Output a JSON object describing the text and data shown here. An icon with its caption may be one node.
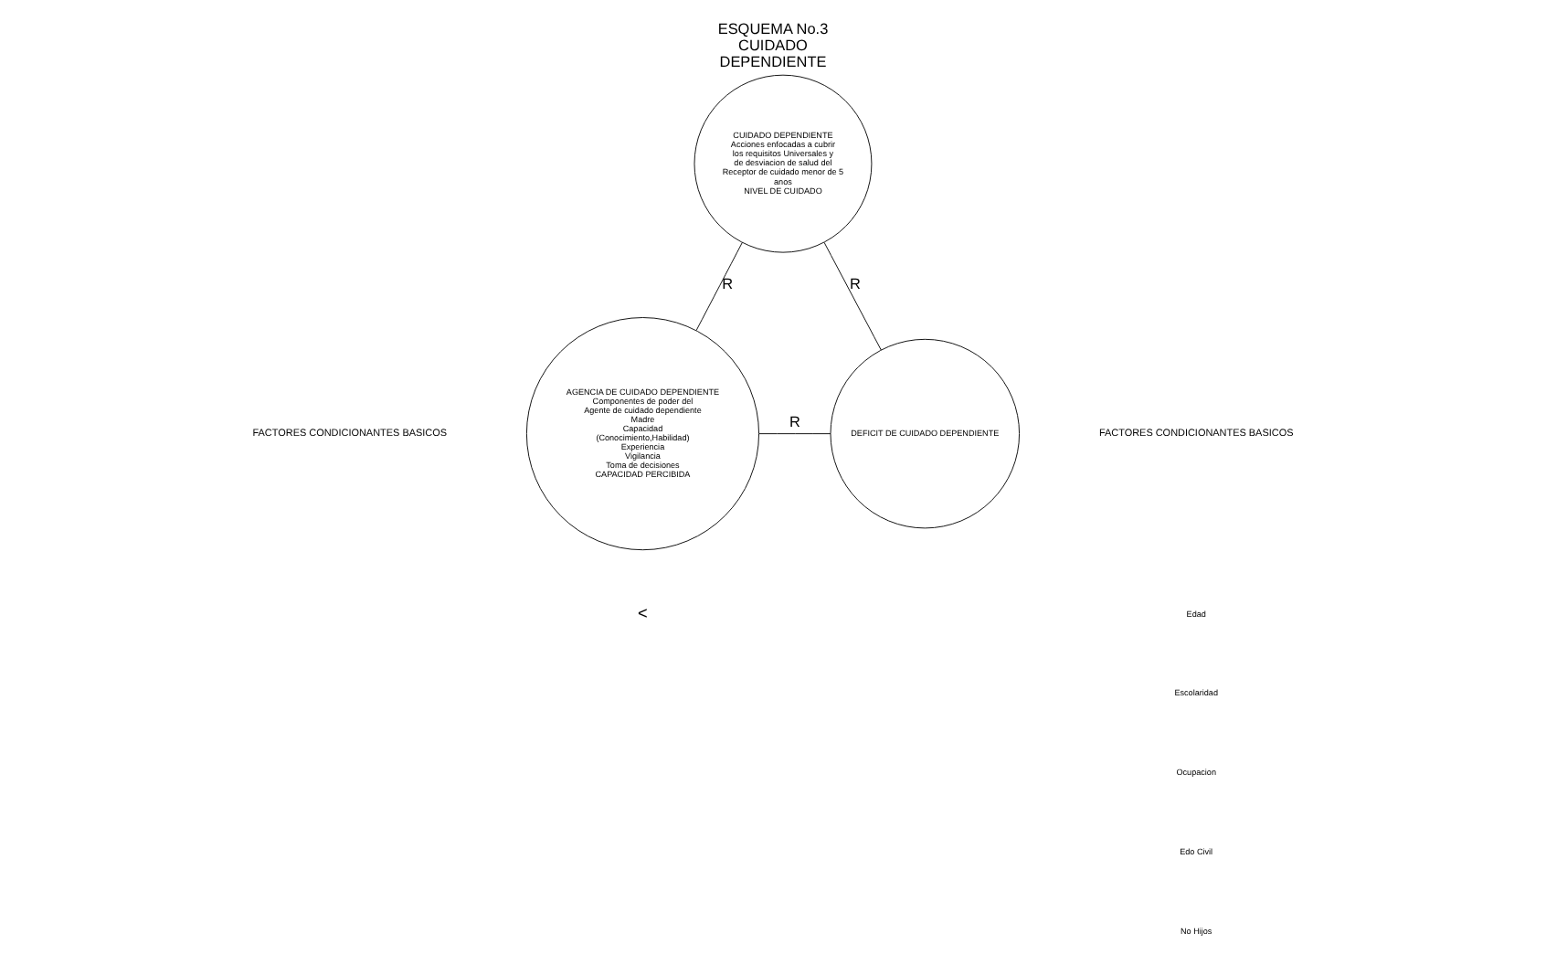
{
  "diagram": {
    "title": "ESQUEMA No.3 CUIDADO DEPENDIENTE",
    "nodes": [
      {
        "text": [
          "CUIDADO DEPENDIENTE",
          "Acciones enfocadas a cubrir los requisitos Universales y de desviacion de salud del Receptor de cuidado menor de 5 anos",
          "NIVEL DE CUIDADO"
        ]
      },
      {
        "text": [
          "AGENCIA DE CUIDADO DEPENDIENTE",
          "Componentes de poder del Agente de cuidado dependiente Madre",
          "Capacidad (Conocimiento,Habilidad)",
          "Experiencia",
          "Vigilancia",
          "Toma de decisiones",
          "CAPACIDAD PERCIBIDA"
        ]
      },
      {
        "text": [
          "DEFICIT DE CUIDADO DEPENDIENTE"
        ]
      }
    ],
    "edges": [
      {
        "from": 0,
        "to": 1,
        "arrow": "none",
        "label": "R"
      },
      {
        "from": 0,
        "to": 2,
        "arrow": "none",
        "label": "R"
      },
      {
        "from": 1,
        "to": 2,
        "arrow": "none",
        "label": "R"
      }
    ],
    "labels": [
      "FACTORES CONDICIONANTES BASICOS",
      "FACTORES CONDICIONANTES BASICOS",
      "Edad",
      "Escolaridad",
      "Ocupacion",
      "Edo Civil",
      "No Hijos",
      "<"
    ]
  }
}
